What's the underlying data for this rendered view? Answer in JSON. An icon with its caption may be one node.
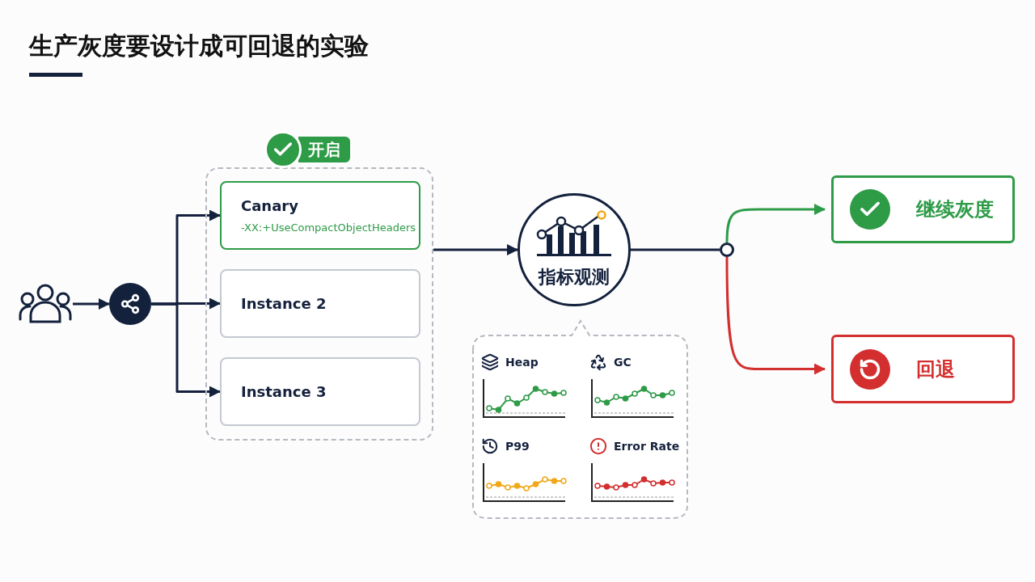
{
  "diagram": {
    "title": "生产灰度要设计成可回退的实验",
    "nodes": [
      {
        "text": [
          "开启"
        ]
      },
      {
        "text": [
          "Canary",
          "-XX:+UseCompactObjectHeaders"
        ],
        "in": 0
      },
      {
        "text": [
          "Instance 2"
        ],
        "in": 0
      },
      {
        "text": [
          "Instance 3"
        ],
        "in": 0
      },
      {
        "text": [],
        "shape": "person"
      },
      {
        "text": [],
        "shape": "circle"
      },
      {
        "text": [
          "指标观测"
        ]
      },
      {
        "text": [],
        "shape": "circle"
      },
      {
        "text": [
          "继续灰度"
        ]
      },
      {
        "text": [
          "回退"
        ]
      },
      {
        "text": [
          "Heap",
          "GC",
          "P99",
          "Error Rate"
        ]
      }
    ],
    "edges": [
      {
        "from": 4,
        "to": 5,
        "arrow": "to"
      },
      {
        "from": 5,
        "to": 1,
        "arrow": "to"
      },
      {
        "from": 5,
        "to": 2,
        "arrow": "to"
      },
      {
        "from": 5,
        "to": 3,
        "arrow": "to"
      },
      {
        "from": 0,
        "to": 6,
        "arrow": "to"
      },
      {
        "from": 6,
        "to": 7,
        "arrow": "none"
      },
      {
        "from": 7,
        "to": 8,
        "arrow": "to",
        "color": "#2e9b47"
      },
      {
        "from": 7,
        "to": 9,
        "arrow": "to",
        "color": "#d32f2f"
      }
    ]
  }
}
